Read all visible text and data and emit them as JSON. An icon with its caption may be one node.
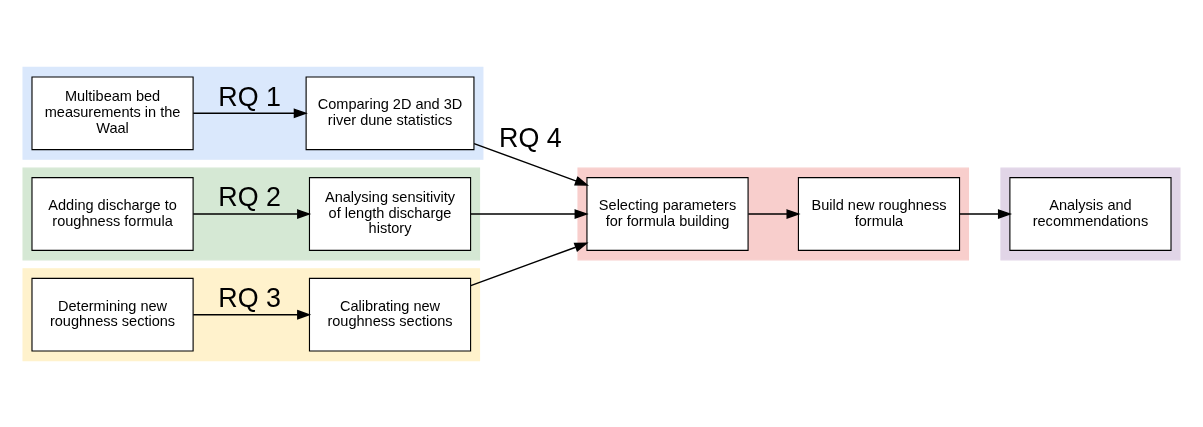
{
  "diagram": {
    "nodes": [
      {
        "text": [],
        "shape": "band"
      },
      {
        "text": [
          "Multibeam bed measurements in the Waal"
        ],
        "in": 0
      },
      {
        "text": [
          "Comparing 2D and 3D river dune statistics"
        ],
        "in": 0
      },
      {
        "text": [],
        "shape": "band"
      },
      {
        "text": [
          "Adding discharge to roughness formula"
        ],
        "in": 3
      },
      {
        "text": [
          "Analysing sensitivity of length discharge history"
        ],
        "in": 3
      },
      {
        "text": [],
        "shape": "band"
      },
      {
        "text": [
          "Determining new roughness sections"
        ],
        "in": 6
      },
      {
        "text": [
          "Calibrating new roughness sections"
        ],
        "in": 6
      },
      {
        "text": [],
        "shape": "band"
      },
      {
        "text": [
          "Selecting parameters for formula building"
        ],
        "in": 9
      },
      {
        "text": [
          "Build new roughness formula"
        ],
        "in": 9
      },
      {
        "text": [],
        "shape": "band"
      },
      {
        "text": [
          "Analysis and recommendations"
        ],
        "in": 12
      }
    ],
    "edges": [
      {
        "from": 1,
        "to": 2,
        "arrow": "to",
        "label": "RQ 1"
      },
      {
        "from": 4,
        "to": 5,
        "arrow": "to",
        "label": "RQ 2"
      },
      {
        "from": 7,
        "to": 8,
        "arrow": "to",
        "label": "RQ 3"
      },
      {
        "from": 2,
        "to": 10,
        "arrow": "to",
        "label": "RQ 4"
      },
      {
        "from": 5,
        "to": 10,
        "arrow": "to"
      },
      {
        "from": 8,
        "to": 10,
        "arrow": "to"
      },
      {
        "from": 10,
        "to": 11,
        "arrow": "to"
      },
      {
        "from": 11,
        "to": 13,
        "arrow": "to"
      }
    ]
  }
}
